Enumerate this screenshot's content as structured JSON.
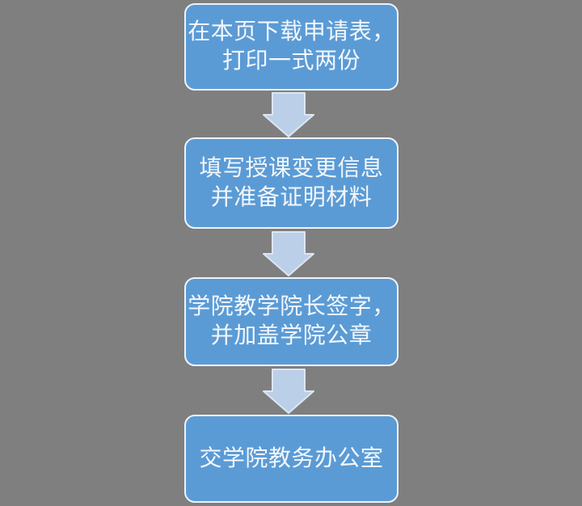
{
  "canvas": {
    "background": "#7f7f7f"
  },
  "flowchart": {
    "colors": {
      "box_fill": "#5b9bd5",
      "box_border": "#eef3f9",
      "text_color": "#f3f7fc",
      "arrow_fill": "#bccfe8",
      "arrow_border": "#dce6f2"
    },
    "steps": [
      {
        "lines": [
          "在本页下载申请表，",
          "打印一式两份"
        ]
      },
      {
        "lines": [
          "填写授课变更信息",
          "并准备证明材料"
        ]
      },
      {
        "lines": [
          "学院教学院长签字，",
          "并加盖学院公章"
        ]
      },
      {
        "lines": [
          "交学院教务办公室"
        ]
      }
    ]
  }
}
